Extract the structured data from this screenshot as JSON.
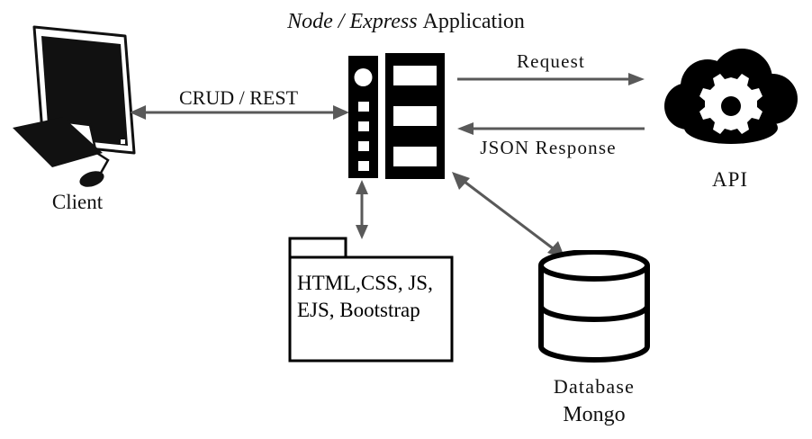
{
  "diagram": {
    "title": {
      "emphasis": "Node / Express",
      "rest": "Application"
    },
    "nodes": {
      "client": {
        "label": "Client",
        "icon": "desktop-computer-icon"
      },
      "server": {
        "icon": "server-rack-icon"
      },
      "api": {
        "label": "API",
        "icon": "cloud-gear-icon"
      },
      "views": {
        "icon": "folder-icon",
        "line1": "HTML,CSS, JS,",
        "line2": "EJS, Bootstrap"
      },
      "database": {
        "label_top": "Database",
        "label_bottom": "Mongo",
        "icon": "database-cylinder-icon"
      }
    },
    "edges": {
      "client_server": {
        "label": "CRUD / REST",
        "direction": "bidirectional"
      },
      "server_api_request": {
        "label": "Request",
        "direction": "right"
      },
      "api_server_response": {
        "label": "JSON Response",
        "direction": "left"
      },
      "server_views": {
        "label": "",
        "direction": "bidirectional"
      },
      "server_database": {
        "label": "",
        "direction": "bidirectional"
      }
    },
    "colors": {
      "ink": "#000000",
      "arrow": "#595959",
      "background": "#ffffff"
    }
  }
}
